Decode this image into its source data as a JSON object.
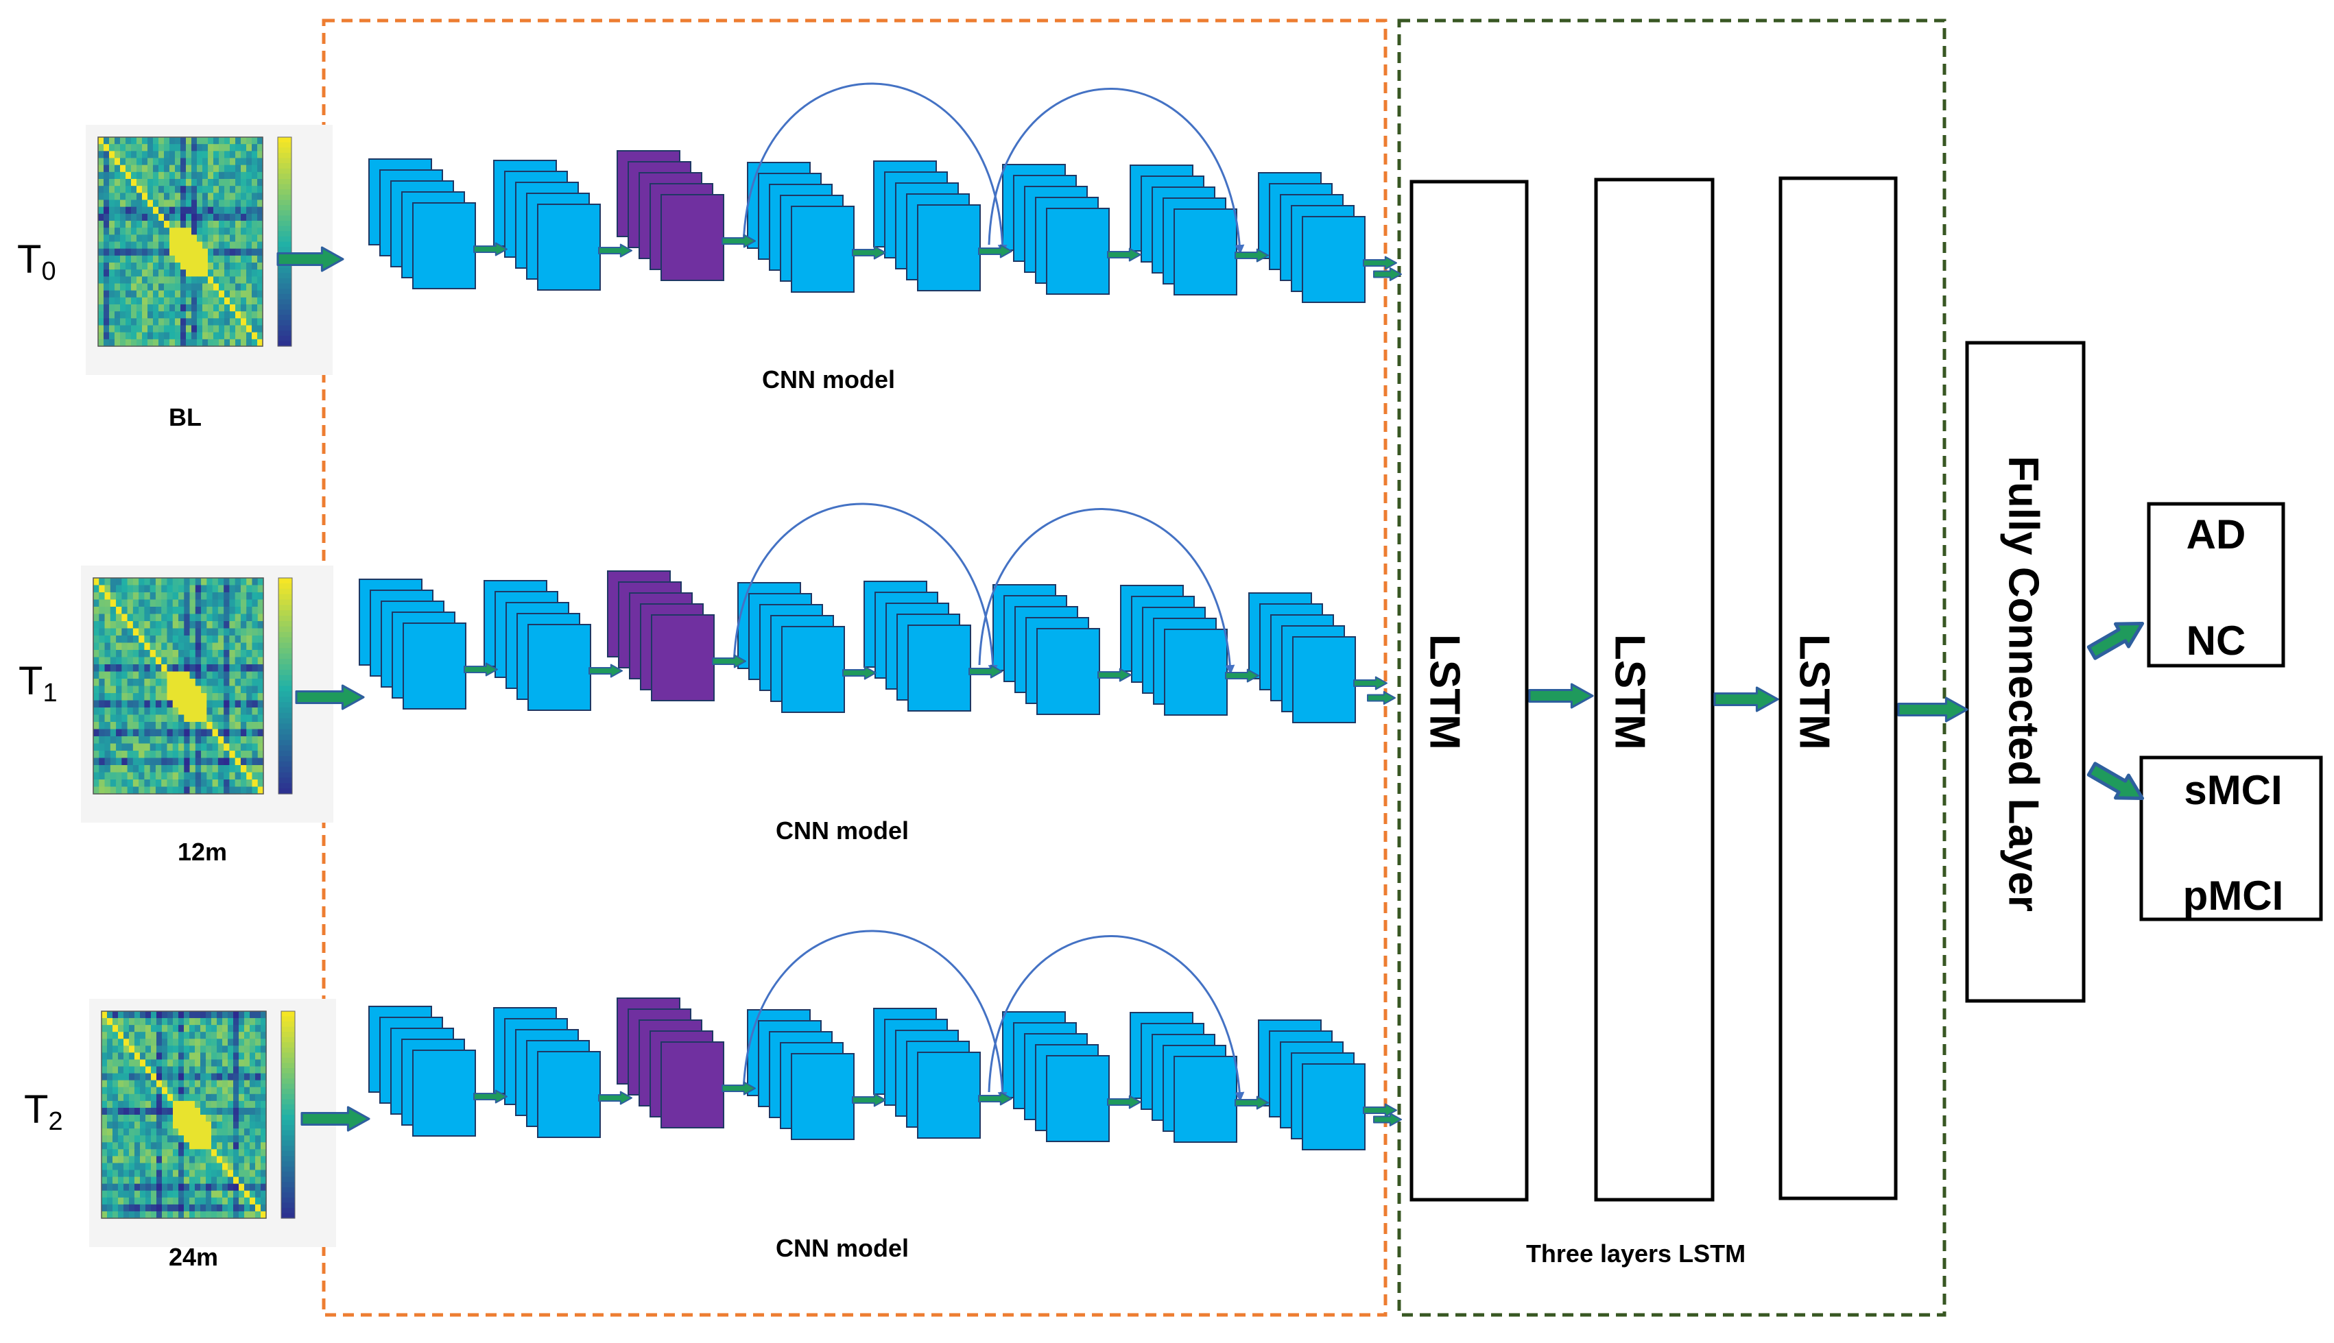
{
  "time_labels": [
    {
      "letter": "T",
      "sub": "0"
    },
    {
      "letter": "T",
      "sub": "1"
    },
    {
      "letter": "T",
      "sub": "2"
    }
  ],
  "scan_labels": [
    "BL",
    "12m",
    "24m"
  ],
  "cnn_captions": [
    "CNN model",
    "CNN model",
    "CNN model"
  ],
  "lstm_labels": [
    "LSTM",
    "LSTM",
    "LSTM"
  ],
  "lstm_caption": "Three layers LSTM",
  "fc_label": "Fully Connected Layer",
  "outputs": {
    "box1": [
      "AD",
      "NC"
    ],
    "box2": [
      "sMCI",
      "pMCI"
    ]
  },
  "colors": {
    "feature_map": "#00b0f0",
    "pool_map": "#7030a0",
    "arrow_fill": "#1f9a5c",
    "arrow_edge": "#2e5f9e",
    "skip_curve": "#4472c4",
    "cnn_frame": "#ed7d31",
    "lstm_frame": "#385723",
    "heatmap_low": "#2d2b8f",
    "heatmap_mid": "#21b1a6",
    "heatmap_high": "#f5e626"
  }
}
